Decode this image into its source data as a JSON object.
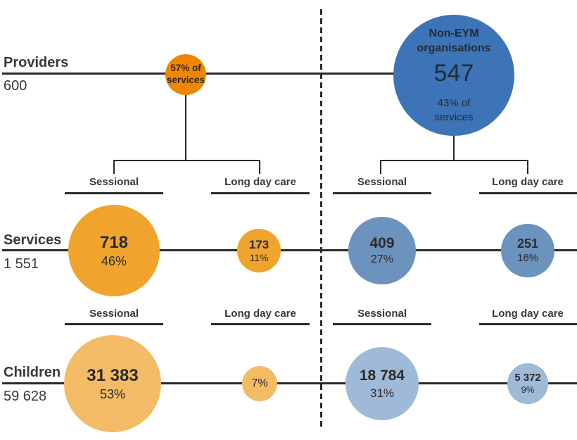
{
  "colors": {
    "background": "#ffffff",
    "line": "#2b2a28",
    "text": "#3a3938",
    "circle_text": "#2d2b28",
    "blue_circle_text": "#212b35",
    "orange_provider": "#ee8600",
    "orange_services": "#f0a42d",
    "orange_children": "#f4bb66",
    "blue_provider": "#3d74b8",
    "blue_services": "#6b93be",
    "blue_children": "#9fb9d8"
  },
  "rows": {
    "providers": {
      "label": "Providers",
      "total": "600"
    },
    "services": {
      "label": "Services",
      "total": "1 551"
    },
    "children": {
      "label": "Children",
      "total": "59 628"
    }
  },
  "column_labels": {
    "sessional": "Sessional",
    "long_day_care": "Long day care"
  },
  "left_group": {
    "provider_circle": {
      "text_line1": "57% of",
      "text_line2": "services"
    },
    "services": {
      "sessional": {
        "value": "718",
        "pct": "46%"
      },
      "long_day_care": {
        "value": "173",
        "pct": "11%"
      }
    },
    "children": {
      "sessional": {
        "value": "31 383",
        "pct": "53%"
      },
      "long_day_care": {
        "pct": "7%"
      }
    }
  },
  "right_group": {
    "provider_circle": {
      "name_line1": "Non-EYM",
      "name_line2": "organisations",
      "value": "547",
      "sub_line1": "43% of",
      "sub_line2": "services"
    },
    "services": {
      "sessional": {
        "value": "409",
        "pct": "27%"
      },
      "long_day_care": {
        "value": "251",
        "pct": "16%"
      }
    },
    "children": {
      "sessional": {
        "value": "18 784",
        "pct": "31%"
      },
      "long_day_care": {
        "value": "5 372",
        "pct": "9%"
      }
    }
  },
  "chart_data": {
    "type": "bubble",
    "description": "Proportional-circle tree: providers, services and children split into a left orange group (57% of services) and a right blue group labelled Non-EYM organisations (43% of services), each subdivided into Sessional and Long day care.",
    "rows": [
      {
        "row": "Providers",
        "total": 600,
        "left": {
          "pct_of_services": 57
        },
        "right": {
          "label": "Non-EYM organisations",
          "value": 547,
          "pct_of_services": 43
        }
      },
      {
        "row": "Services",
        "total": 1551,
        "left": {
          "sessional": {
            "value": 718,
            "pct": 46
          },
          "long_day_care": {
            "value": 173,
            "pct": 11
          }
        },
        "right": {
          "sessional": {
            "value": 409,
            "pct": 27
          },
          "long_day_care": {
            "value": 251,
            "pct": 16
          }
        }
      },
      {
        "row": "Children",
        "total": 59628,
        "left": {
          "sessional": {
            "value": 31383,
            "pct": 53
          },
          "long_day_care": {
            "pct": 7
          }
        },
        "right": {
          "sessional": {
            "value": 18784,
            "pct": 31
          },
          "long_day_care": {
            "value": 5372,
            "pct": 9
          }
        }
      }
    ],
    "layout": {
      "divider": "dashed vertical line between left and right groups",
      "legend": "none",
      "grid": false
    }
  }
}
